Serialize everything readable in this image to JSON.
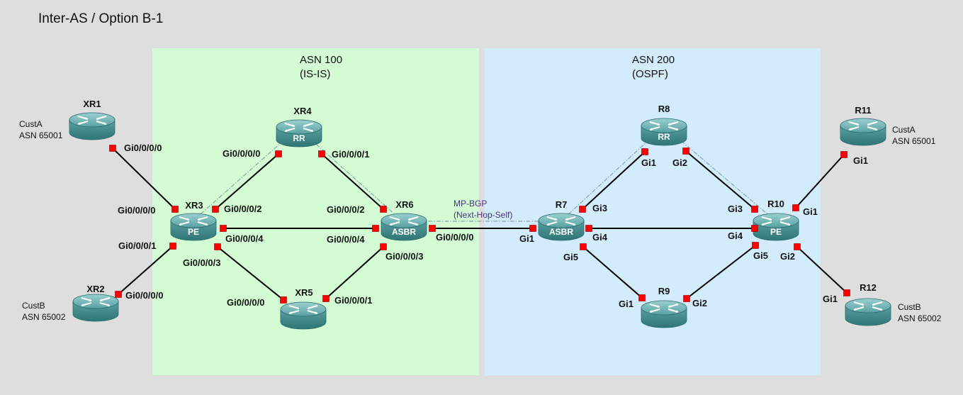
{
  "title": "Inter-AS / Option B-1",
  "regions": [
    {
      "id": "asn100",
      "line1": "ASN 100",
      "line2": "(IS-IS)",
      "fill": "#d4fcd4"
    },
    {
      "id": "asn200",
      "line1": "ASN 200",
      "line2": "(OSPF)",
      "fill": "#d3ecfc"
    }
  ],
  "colors": {
    "background": "#dedede",
    "router_body": "#3f8d8d",
    "router_top": "#6fb3b3",
    "link": "#000000",
    "port": "#ff0000",
    "bgp_session": "#8aa6a6"
  },
  "nodes": [
    {
      "id": "XR1",
      "name": "XR1",
      "role": "",
      "icon": "router-icon"
    },
    {
      "id": "XR2",
      "name": "XR2",
      "role": "",
      "icon": "router-icon"
    },
    {
      "id": "XR3",
      "name": "XR3",
      "role": "PE",
      "icon": "router-icon"
    },
    {
      "id": "XR4",
      "name": "XR4",
      "role": "RR",
      "icon": "router-icon"
    },
    {
      "id": "XR5",
      "name": "XR5",
      "role": "",
      "icon": "router-icon"
    },
    {
      "id": "XR6",
      "name": "XR6",
      "role": "ASBR",
      "icon": "router-icon"
    },
    {
      "id": "R7",
      "name": "R7",
      "role": "ASBR",
      "icon": "router-icon"
    },
    {
      "id": "R8",
      "name": "R8",
      "role": "RR",
      "icon": "router-icon"
    },
    {
      "id": "R9",
      "name": "R9",
      "role": "",
      "icon": "router-icon"
    },
    {
      "id": "R10",
      "name": "R10",
      "role": "PE",
      "icon": "router-icon"
    },
    {
      "id": "R11",
      "name": "R11",
      "role": "",
      "icon": "router-icon"
    },
    {
      "id": "R12",
      "name": "R12",
      "role": "",
      "icon": "router-icon"
    }
  ],
  "customers": [
    {
      "id": "XR1",
      "name": "CustA",
      "asn": "ASN 65001"
    },
    {
      "id": "XR2",
      "name": "CustB",
      "asn": "ASN 65002"
    },
    {
      "id": "R11",
      "name": "CustA",
      "asn": "ASN 65001"
    },
    {
      "id": "R12",
      "name": "CustB",
      "asn": "ASN 65002"
    }
  ],
  "links": [
    {
      "a": "XR1",
      "a_if": "Gi0/0/0/0",
      "b": "XR3",
      "b_if": "Gi0/0/0/0"
    },
    {
      "a": "XR2",
      "a_if": "Gi0/0/0/0",
      "b": "XR3",
      "b_if": "Gi0/0/0/1"
    },
    {
      "a": "XR3",
      "a_if": "Gi0/0/0/2",
      "b": "XR4",
      "b_if": "Gi0/0/0/0"
    },
    {
      "a": "XR3",
      "a_if": "Gi0/0/0/3",
      "b": "XR5",
      "b_if": "Gi0/0/0/0"
    },
    {
      "a": "XR3",
      "a_if": "Gi0/0/0/4",
      "b": "XR6",
      "b_if": "Gi0/0/0/4"
    },
    {
      "a": "XR4",
      "a_if": "Gi0/0/0/1",
      "b": "XR6",
      "b_if": "Gi0/0/0/2"
    },
    {
      "a": "XR5",
      "a_if": "Gi0/0/0/1",
      "b": "XR6",
      "b_if": "Gi0/0/0/3"
    },
    {
      "a": "XR6",
      "a_if": "Gi0/0/0/0",
      "b": "R7",
      "b_if": "Gi1"
    },
    {
      "a": "R7",
      "a_if": "Gi3",
      "b": "R8",
      "b_if": "Gi1"
    },
    {
      "a": "R7",
      "a_if": "Gi4",
      "b": "R10",
      "b_if": "Gi4"
    },
    {
      "a": "R7",
      "a_if": "Gi5",
      "b": "R9",
      "b_if": "Gi1"
    },
    {
      "a": "R8",
      "a_if": "Gi2",
      "b": "R10",
      "b_if": "Gi3"
    },
    {
      "a": "R9",
      "a_if": "Gi2",
      "b": "R10",
      "b_if": "Gi5"
    },
    {
      "a": "R10",
      "a_if": "Gi1",
      "b": "R11",
      "b_if": "Gi1"
    },
    {
      "a": "R10",
      "a_if": "Gi2",
      "b": "R12",
      "b_if": "Gi1"
    }
  ],
  "bgp_sessions": [
    {
      "a": "XR3",
      "b": "XR4"
    },
    {
      "a": "XR4",
      "b": "XR6"
    },
    {
      "a": "R7",
      "b": "R8"
    },
    {
      "a": "R8",
      "b": "R10"
    },
    {
      "a": "XR6",
      "b": "R7",
      "label1": "MP-BGP",
      "label2": "(Next-Hop-Self)"
    }
  ]
}
